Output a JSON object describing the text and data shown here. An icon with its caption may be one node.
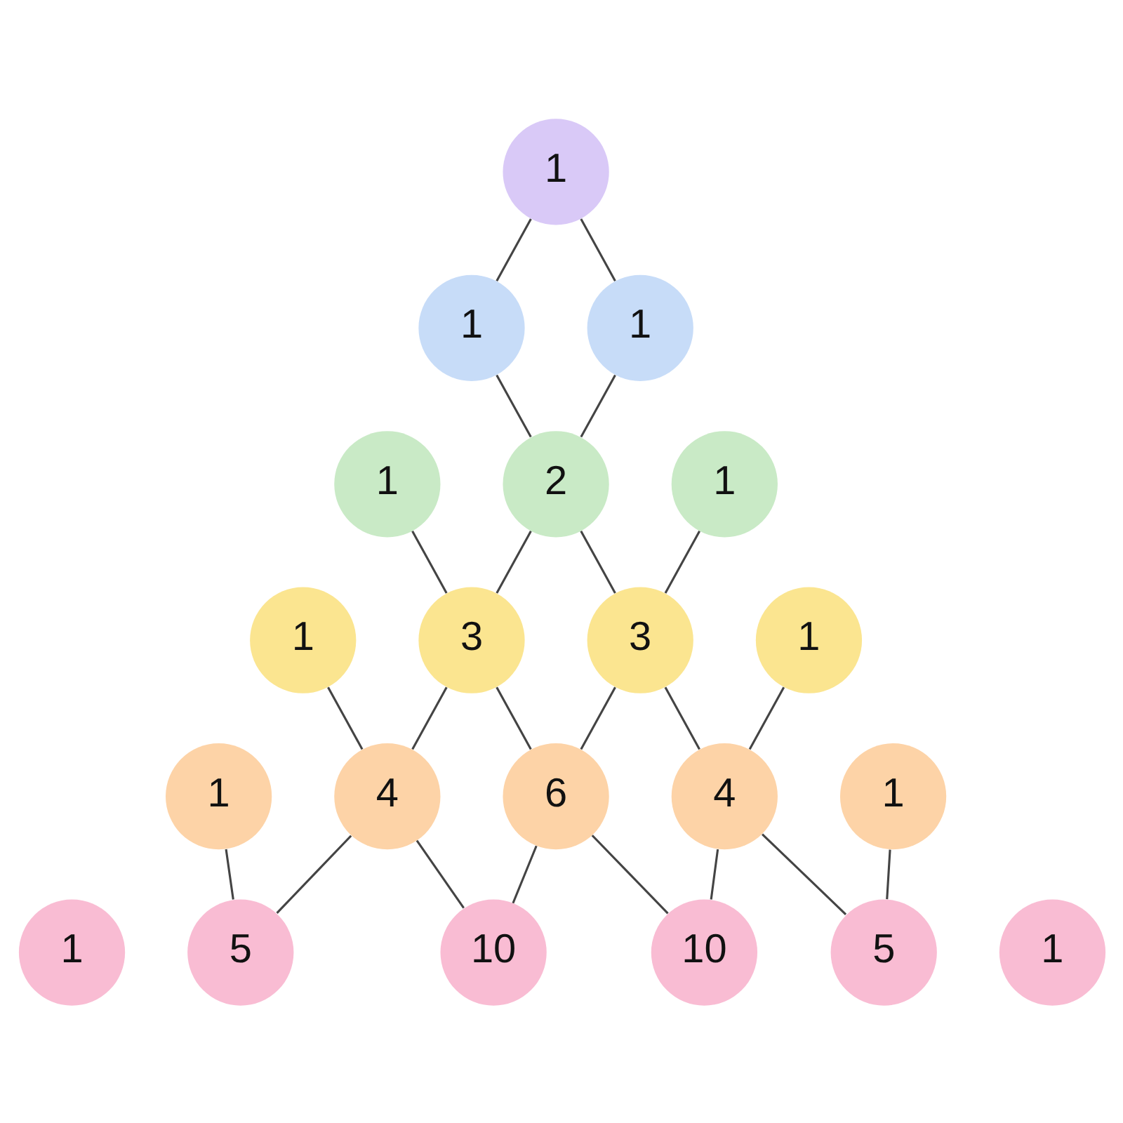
{
  "diagram": {
    "nodes": [
      {
        "text": [
          "1"
        ]
      },
      {
        "text": [
          "1"
        ]
      },
      {
        "text": [
          "1"
        ]
      },
      {
        "text": [
          "1"
        ]
      },
      {
        "text": [
          "2"
        ]
      },
      {
        "text": [
          "1"
        ]
      },
      {
        "text": [
          "1"
        ]
      },
      {
        "text": [
          "3"
        ]
      },
      {
        "text": [
          "3"
        ]
      },
      {
        "text": [
          "1"
        ]
      },
      {
        "text": [
          "1"
        ]
      },
      {
        "text": [
          "4"
        ]
      },
      {
        "text": [
          "6"
        ]
      },
      {
        "text": [
          "4"
        ]
      },
      {
        "text": [
          "1"
        ]
      },
      {
        "text": [
          "1"
        ]
      },
      {
        "text": [
          "5"
        ]
      },
      {
        "text": [
          "10"
        ]
      },
      {
        "text": [
          "10"
        ]
      },
      {
        "text": [
          "5"
        ]
      },
      {
        "text": [
          "1"
        ]
      }
    ],
    "edges": [
      {
        "from": 0,
        "to": 1,
        "arrow": "none"
      },
      {
        "from": 0,
        "to": 2,
        "arrow": "none"
      },
      {
        "from": 1,
        "to": 4,
        "arrow": "none"
      },
      {
        "from": 2,
        "to": 4,
        "arrow": "none"
      },
      {
        "from": 3,
        "to": 7,
        "arrow": "none"
      },
      {
        "from": 4,
        "to": 7,
        "arrow": "none"
      },
      {
        "from": 4,
        "to": 8,
        "arrow": "none"
      },
      {
        "from": 5,
        "to": 8,
        "arrow": "none"
      },
      {
        "from": 6,
        "to": 11,
        "arrow": "none"
      },
      {
        "from": 7,
        "to": 11,
        "arrow": "none"
      },
      {
        "from": 7,
        "to": 12,
        "arrow": "none"
      },
      {
        "from": 8,
        "to": 12,
        "arrow": "none"
      },
      {
        "from": 8,
        "to": 13,
        "arrow": "none"
      },
      {
        "from": 9,
        "to": 13,
        "arrow": "none"
      },
      {
        "from": 10,
        "to": 16,
        "arrow": "none"
      },
      {
        "from": 11,
        "to": 16,
        "arrow": "none"
      },
      {
        "from": 11,
        "to": 17,
        "arrow": "none"
      },
      {
        "from": 12,
        "to": 17,
        "arrow": "none"
      },
      {
        "from": 12,
        "to": 18,
        "arrow": "none"
      },
      {
        "from": 13,
        "to": 18,
        "arrow": "none"
      },
      {
        "from": 13,
        "to": 19,
        "arrow": "none"
      },
      {
        "from": 14,
        "to": 19,
        "arrow": "none"
      }
    ]
  }
}
